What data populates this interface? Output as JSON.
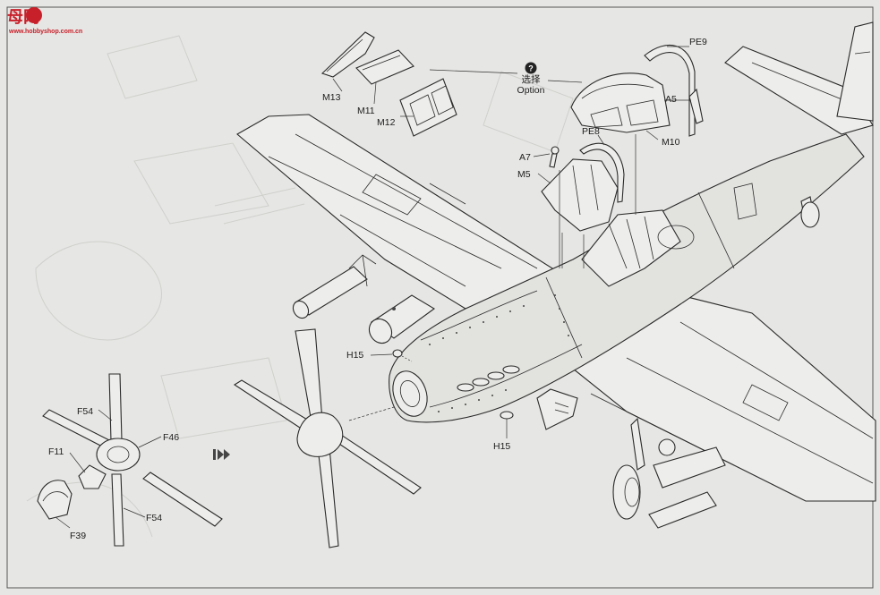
{
  "watermark": {
    "logo_text": "母网",
    "site": "www.hobbyshop.com.cn"
  },
  "option_marker": {
    "icon": "question-icon",
    "label_cn": "选择",
    "label_en": "Option"
  },
  "part_labels": {
    "m13": "M13",
    "m11": "M11",
    "m12": "M12",
    "pe9": "PE9",
    "a5": "A5",
    "m10": "M10",
    "pe8": "PE8",
    "a7": "A7",
    "m5": "M5",
    "h15_nose": "H15",
    "h15_chin": "H15",
    "f54_top": "F54",
    "f46": "F46",
    "f11": "F11",
    "f54_bottom": "F54",
    "f39": "F39"
  },
  "colors": {
    "paper": "#e6e6e4",
    "line": "#2a2a2a",
    "logo_red": "#c8202a"
  }
}
